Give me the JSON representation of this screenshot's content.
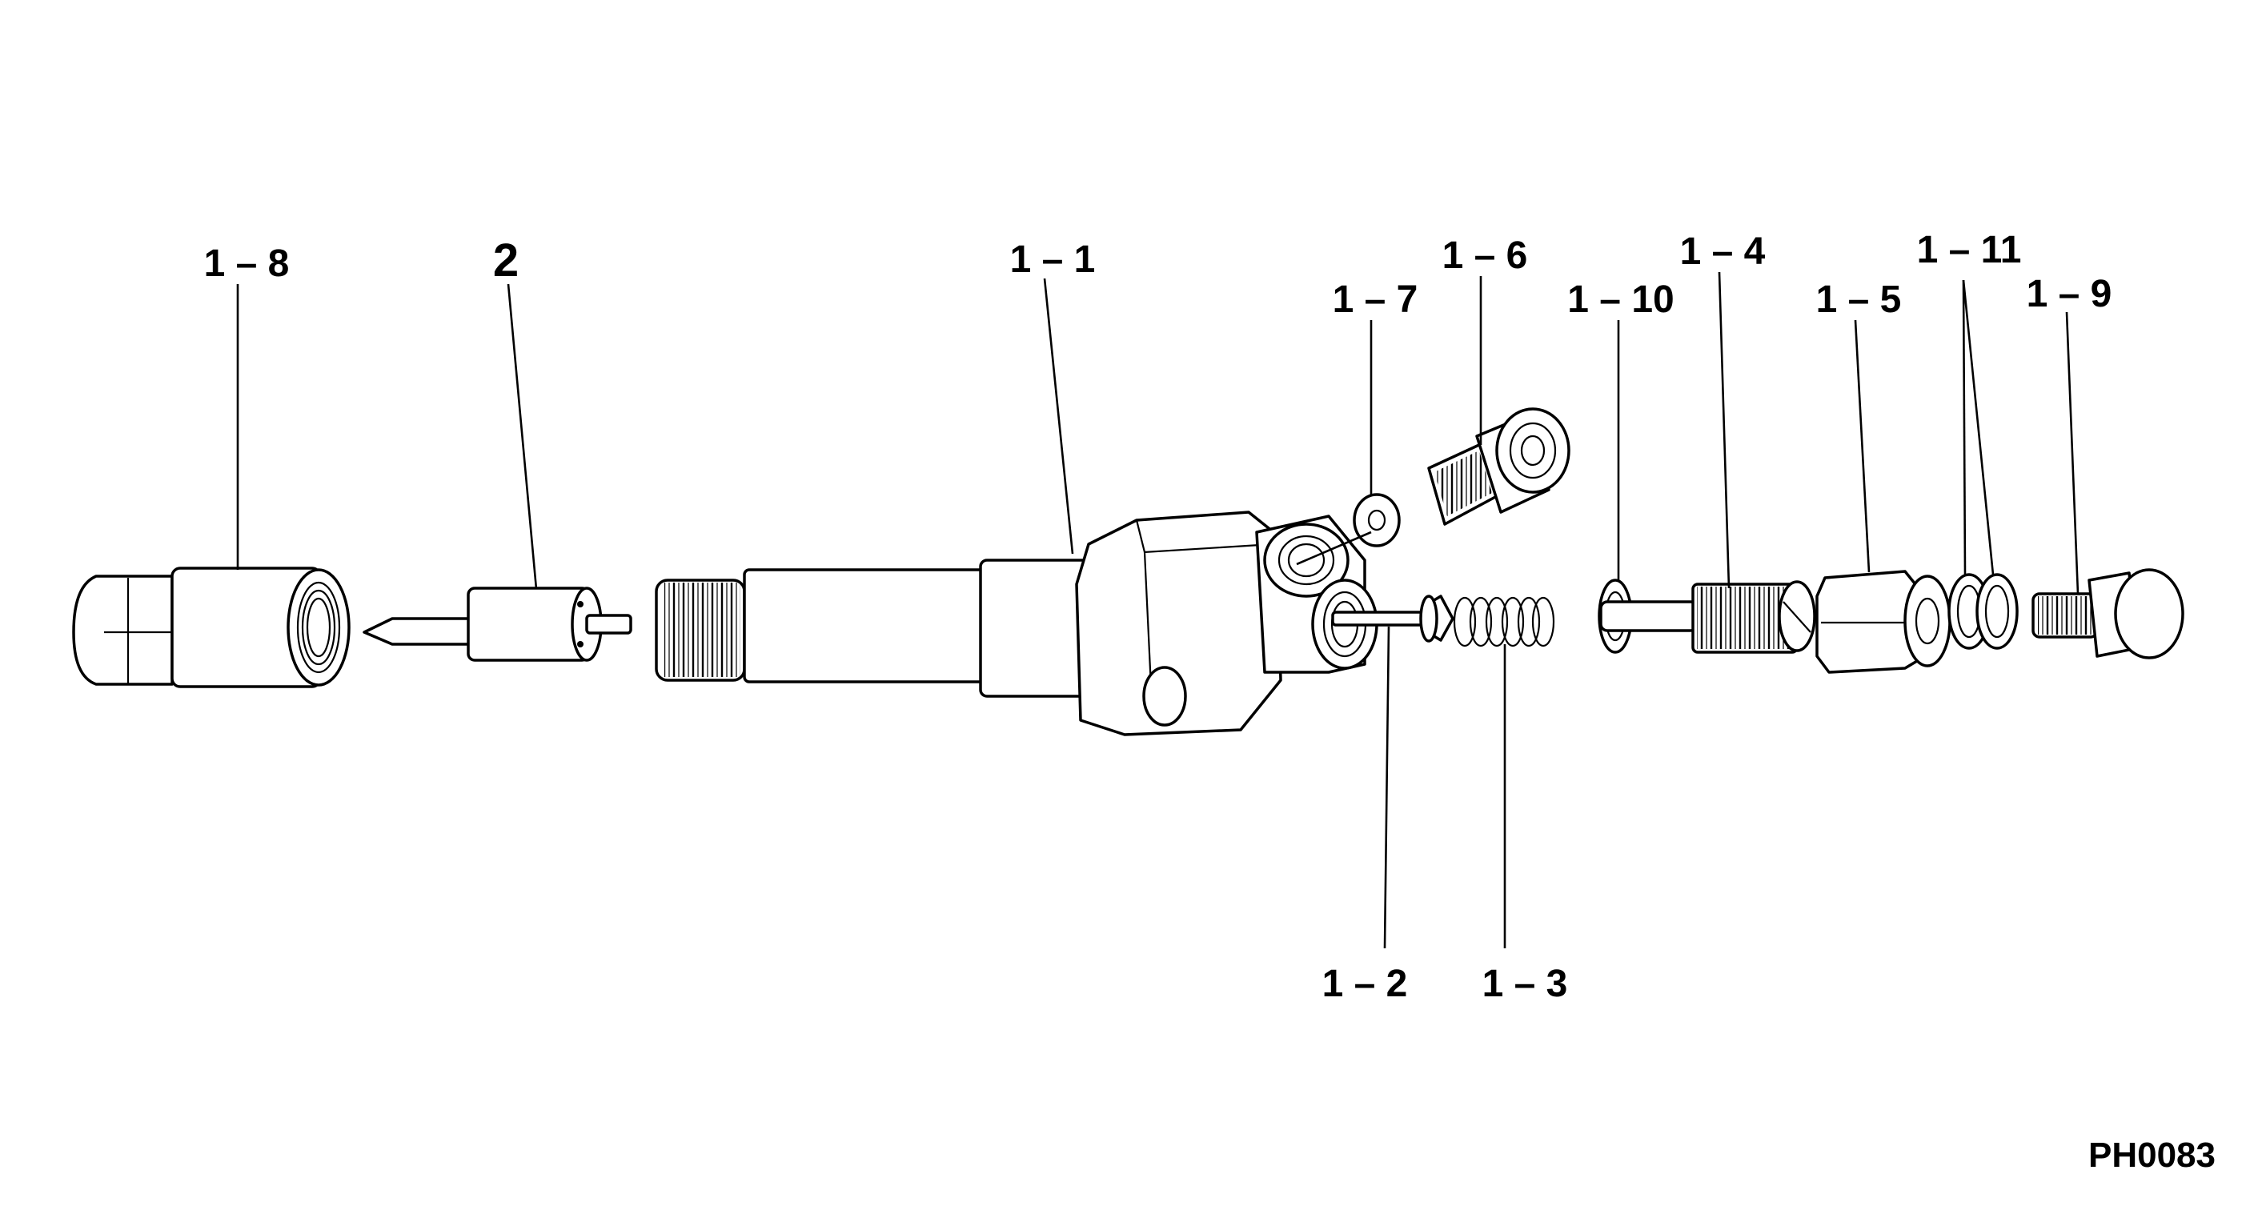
{
  "figure_code": "PH0083",
  "callouts": {
    "c1_8": "1 – 8",
    "c2": "2",
    "c1_1": "1 – 1",
    "c1_7": "1 – 7",
    "c1_6": "1 – 6",
    "c1_10": "1 – 10",
    "c1_4": "1 – 4",
    "c1_5": "1 – 5",
    "c1_11": "1 – 11",
    "c1_9": "1 – 9",
    "c1_2": "1 – 2",
    "c1_3": "1 – 3"
  }
}
